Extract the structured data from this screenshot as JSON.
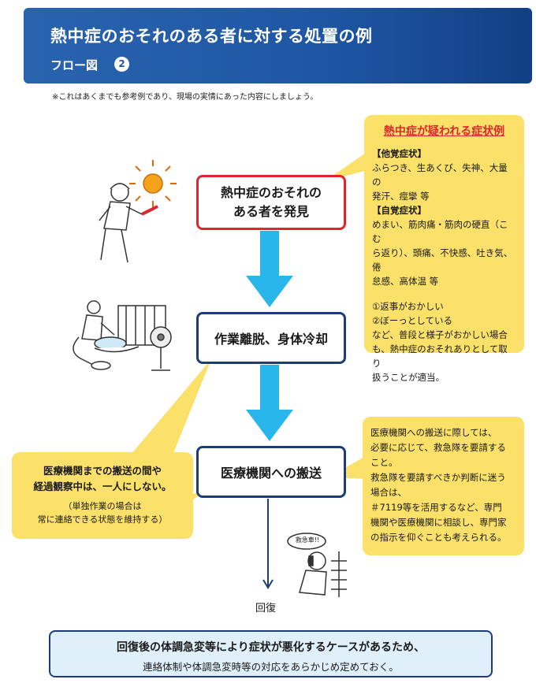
{
  "header": {
    "title": "熱中症のおそれのある者に対する処置の例",
    "subtitle": "フロー図",
    "badge": "2"
  },
  "note": "※これはあくまでも参考例であり、現場の実情にあった内容にしましょう。",
  "flow": {
    "step1": [
      "熱中症のおそれの",
      "ある者を発見"
    ],
    "step2": "作業離脱、身体冷却",
    "step3": "医療機関への搬送",
    "end": "回復"
  },
  "symptoms": {
    "title": "熱中症が疑われる症状例",
    "other_label": "【他覚症状】",
    "other_lines": [
      "ふらつき、生あくび、失神、大量の",
      "発汗、痙攣 等"
    ],
    "self_label": "【自覚症状】",
    "self_lines": [
      "めまい、筋肉痛・筋肉の硬直（こむ",
      "ら返り）、頭痛、不快感、吐き気、倦",
      "怠感、高体温 等"
    ],
    "signs": [
      "①返事がおかしい",
      "②ぼーっとしている"
    ],
    "signs_note": [
      "など、普段と様子がおかしい場合",
      "も、熱中症のおそれありとして取り",
      "扱うことが適当。"
    ]
  },
  "left_callout": {
    "main": [
      "医療機関までの搬送の間や",
      "経過観察中は、一人にしない。"
    ],
    "sub": [
      "（単独作業の場合は",
      "常に連絡できる状態を維持する）"
    ]
  },
  "transport_callout": [
    "医療機関への搬送に際しては、",
    "必要に応じて、救急隊を要請する",
    "こと。",
    "救急隊を要請すべきか判断に迷う",
    "場合は、",
    "＃7119等を活用するなど、専門",
    "機関や医療機関に相談し、専門家",
    "の指示を仰ぐことも考えられる。"
  ],
  "phone_bubble": "救急車!!",
  "bottom": {
    "line1": "回復後の体調急変等により症状が悪化するケースがあるため、",
    "line2": "連絡体制や体調急変時等の対応をあらかじめ定めておく。"
  },
  "colors": {
    "header_blue": "#1e56a3",
    "alert_red": "#e0262d",
    "navy": "#1d3d78",
    "callout_yellow": "#fbe06a",
    "arrow_blue": "#29b6ea",
    "bottom_bg": "#dff0fb"
  }
}
